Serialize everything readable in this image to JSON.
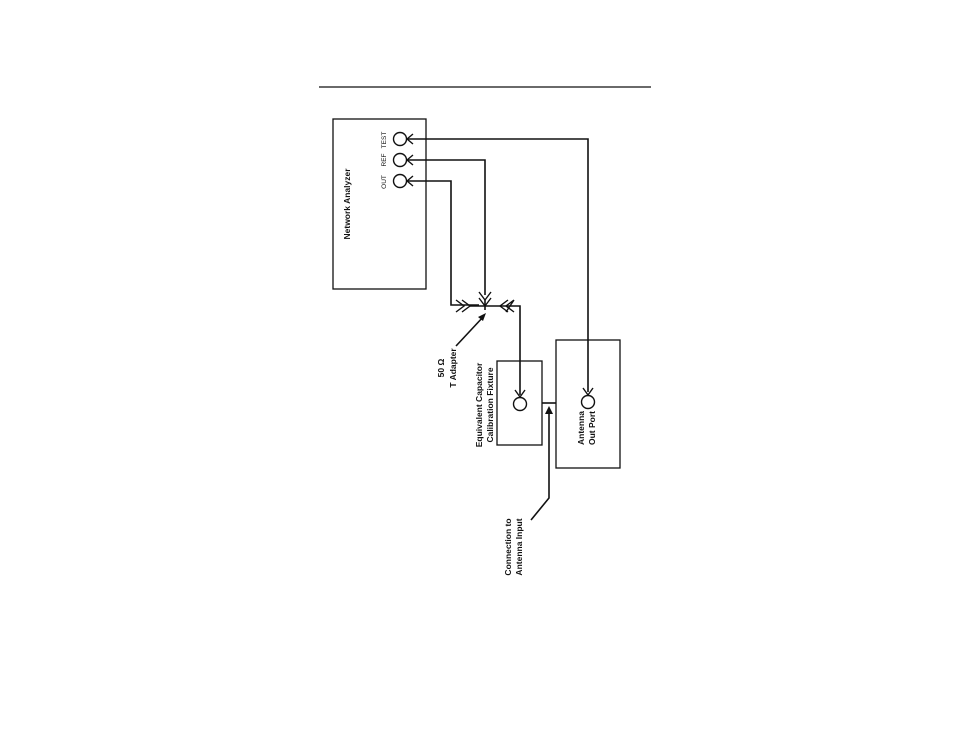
{
  "diagram": {
    "ports": {
      "out": "OUT",
      "ref": "REF",
      "test": "TEST"
    },
    "labels": {
      "network_analyzer": "Network Analyzer",
      "t_adapter_1": "50 Ω",
      "t_adapter_2": "T Adapter",
      "fixture_1": "Equivalent Capacitor",
      "fixture_2": "Calibration Fixture",
      "antenna_1": "Antenna",
      "antenna_2": "Out Port",
      "connection_1": "Connection to",
      "connection_2": "Antenna Input"
    }
  }
}
